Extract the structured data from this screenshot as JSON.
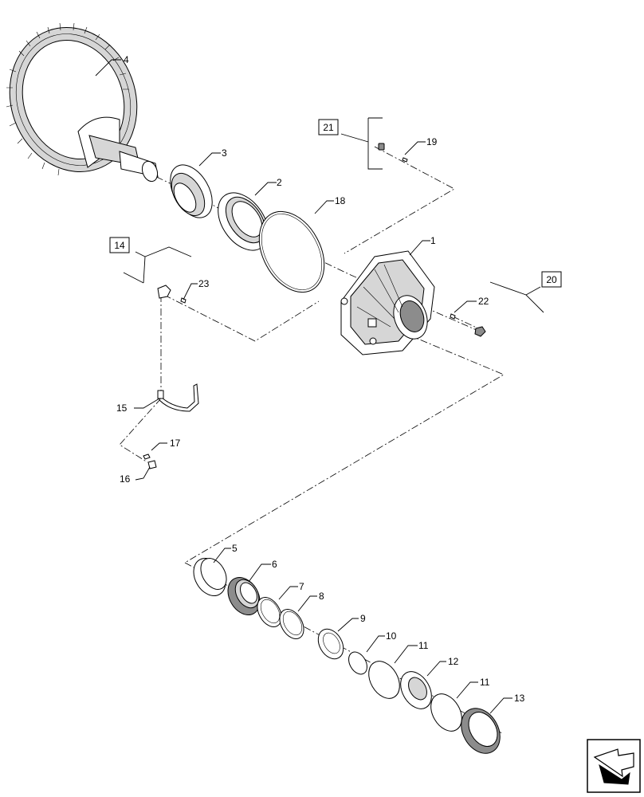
{
  "callouts": {
    "c1": "1",
    "c2": "2",
    "c3": "3",
    "c4": "4",
    "c5": "5",
    "c6": "6",
    "c7": "7",
    "c8": "8",
    "c9": "9",
    "c10": "10",
    "c11a": "11",
    "c11b": "11",
    "c12": "12",
    "c13": "13",
    "c15": "15",
    "c16": "16",
    "c17": "17",
    "c18": "18",
    "c19": "19",
    "c22": "22",
    "c23": "23"
  },
  "boxed_callouts": {
    "b14": "14",
    "b20": "20",
    "b21": "21"
  },
  "icons": {
    "nav": "direction-arrow-icon"
  }
}
